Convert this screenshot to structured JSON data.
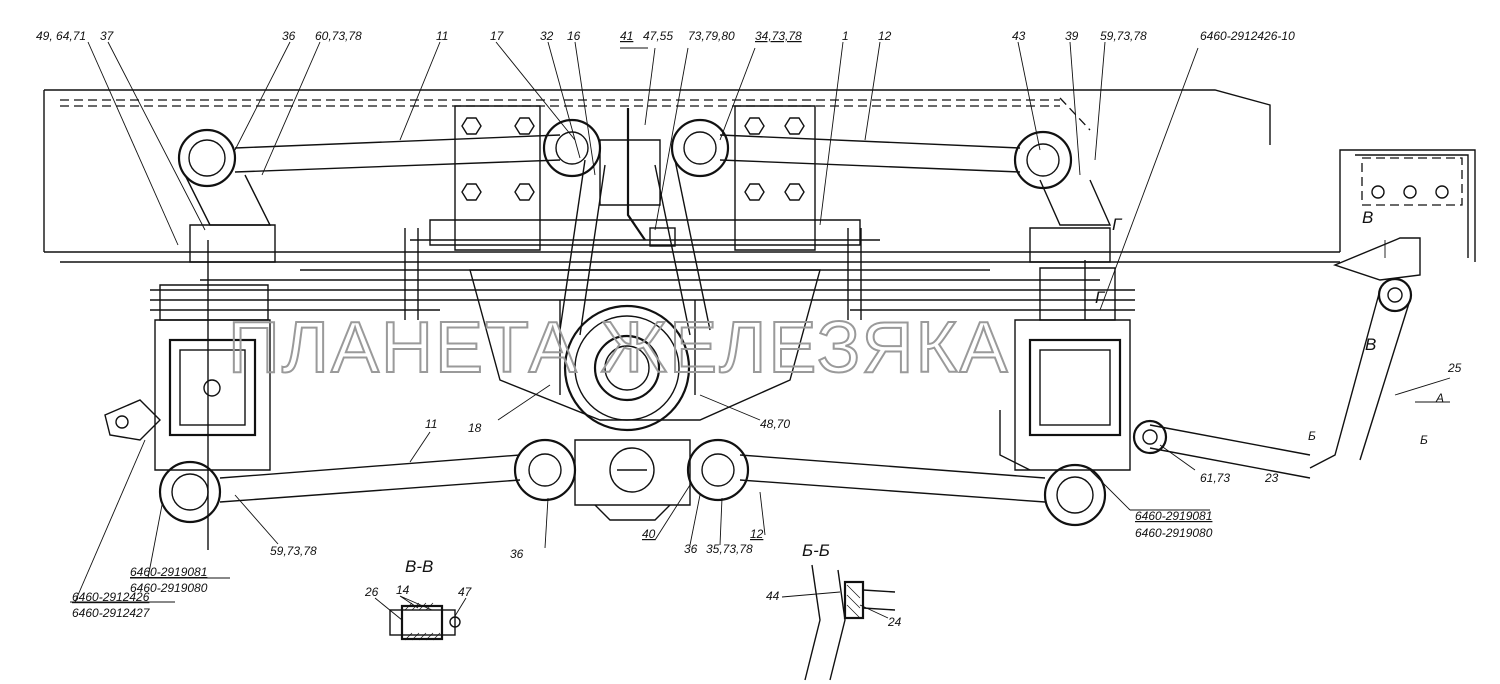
{
  "labels": {
    "l01": "49, 64,71",
    "l02": "37",
    "l03": "36",
    "l04": "60,73,78",
    "l05": "11",
    "l06": "17",
    "l07": "32",
    "l08": "16",
    "l09": "41",
    "l10": "47,55",
    "l11": "73,79,80",
    "l12": "34,73,78",
    "l13": "1",
    "l14": "12",
    "l15": "43",
    "l16": "39",
    "l17": "59,73,78",
    "l18": "6460-2912426-10",
    "l19": "В",
    "l20": "Г",
    "l21": "Г",
    "l22": "В",
    "l23": "25",
    "l24": "А",
    "l25": "Б",
    "l26": "Б",
    "l27": "23",
    "l28": "61,73",
    "l29": "18",
    "l30": "48,70",
    "l31": "11",
    "l32": "6460-2919081",
    "l33": "6460-2919080",
    "l34": "36",
    "l35": "40",
    "l36": "36",
    "l37": "35,73,78",
    "l38": "12",
    "l39": "59,73,78",
    "l40": "6460-2919081",
    "l41": "6460-2919080",
    "l42": "6460-2912426",
    "l43": "6460-2912427",
    "l44": "26",
    "l45": "14",
    "l46": "47",
    "l47": "44",
    "l48": "24"
  },
  "sections": {
    "vv": "В-В",
    "bb": "Б-Б"
  },
  "watermark": "ПЛАНЕТА ЖЕЛЕЗЯКА"
}
